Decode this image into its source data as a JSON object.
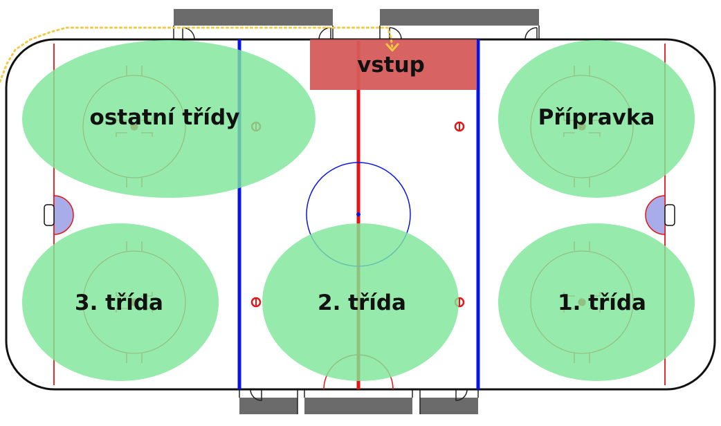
{
  "entry": {
    "label": "vstup",
    "color": "#d65b5b"
  },
  "zones": [
    {
      "label": "ostatní třídy"
    },
    {
      "label": "Přípravka"
    },
    {
      "label": "3. třída"
    },
    {
      "label": "2. třída"
    },
    {
      "label": "1. třída"
    }
  ],
  "colors": {
    "zone_fill": "#7fe69a",
    "blue_line": "#0a14e6",
    "red_line": "#e61414",
    "goal_crease": "#a8ace8",
    "bench": "#6b6b6b",
    "path": "#f5c842"
  }
}
